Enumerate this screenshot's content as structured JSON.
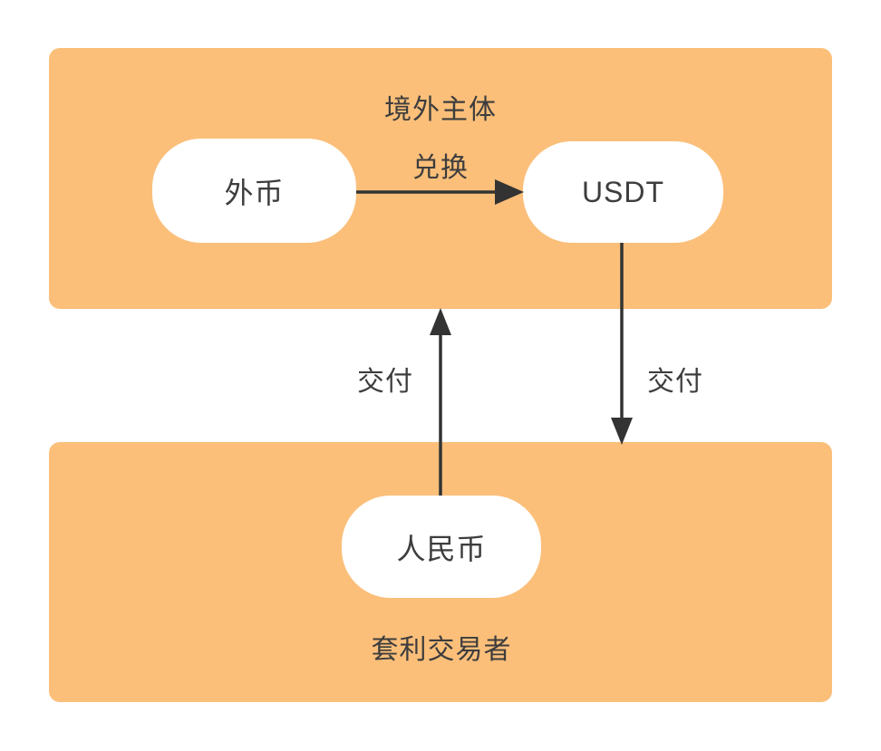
{
  "diagram": {
    "groups": {
      "top": {
        "label": "境外主体"
      },
      "bottom": {
        "label": "套利交易者"
      }
    },
    "nodes": {
      "foreign_currency": {
        "label": "外币"
      },
      "usdt": {
        "label": "USDT"
      },
      "rmb": {
        "label": "人民币"
      }
    },
    "edges": {
      "exchange": {
        "label": "兑换",
        "from": "外币",
        "to": "USDT"
      },
      "deliver_down": {
        "label": "交付",
        "from": "USDT",
        "to": "套利交易者"
      },
      "deliver_up": {
        "label": "交付",
        "from": "人民币",
        "to": "境外主体"
      }
    },
    "colors": {
      "group_fill": "#FBBF7A",
      "node_fill": "#FFFFFF",
      "text": "#3D3D3D",
      "arrow": "#333333",
      "background": "#FFFFFF"
    }
  }
}
